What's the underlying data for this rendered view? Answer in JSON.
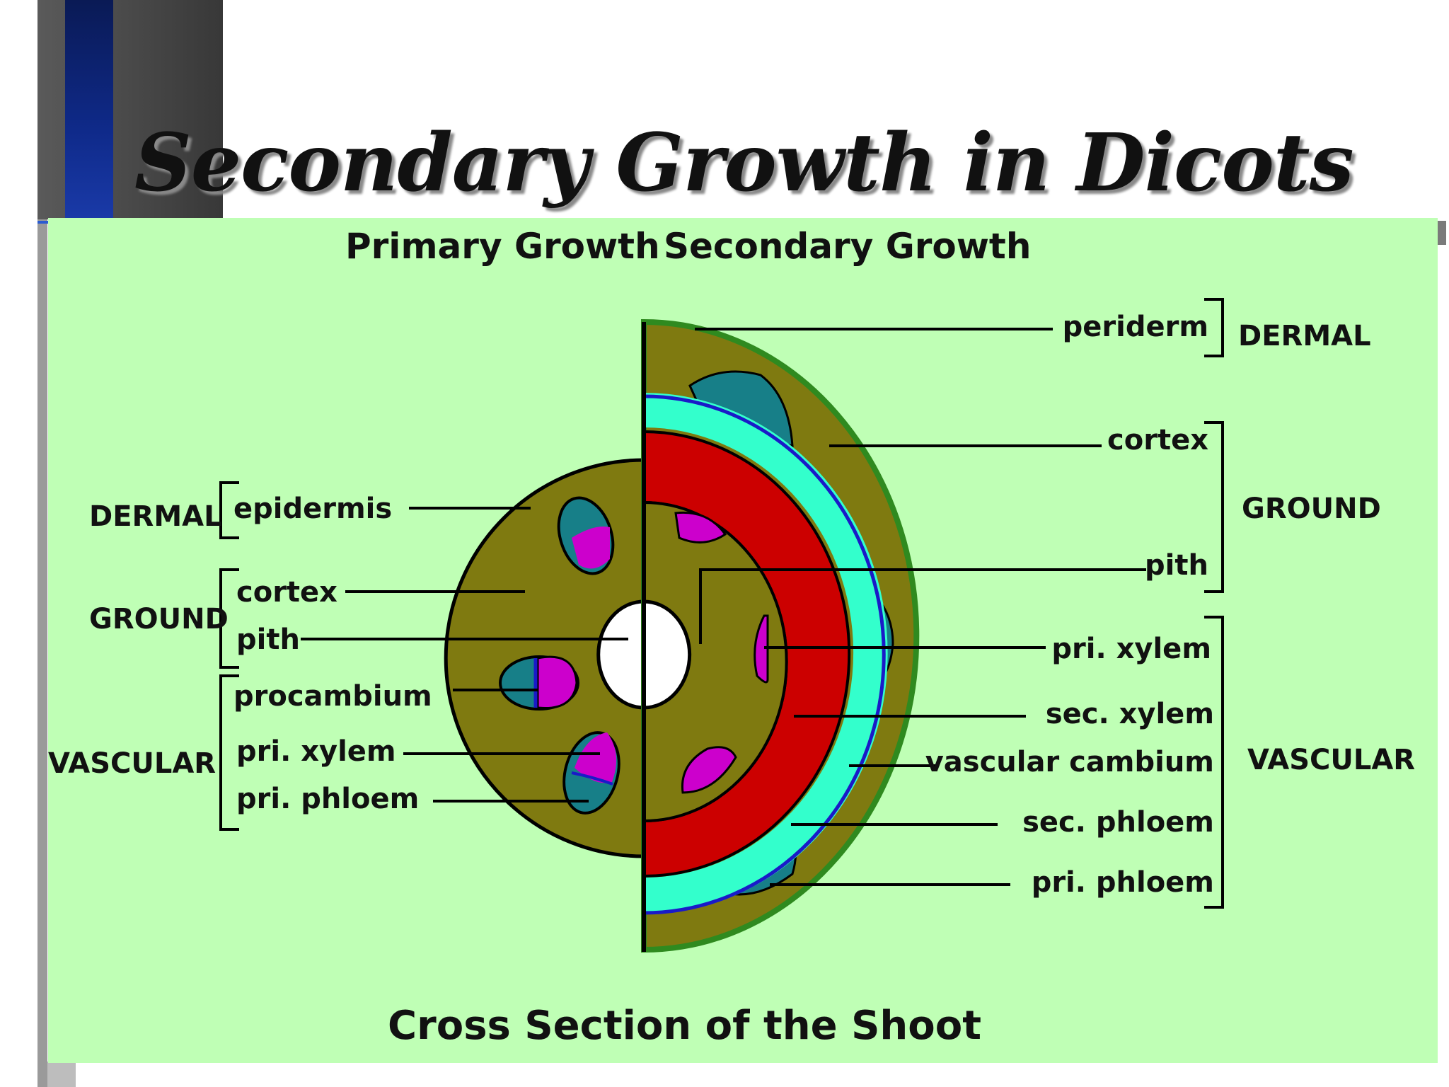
{
  "slide": {
    "title": "Secondary Growth in Dicots"
  },
  "diagram": {
    "header_left": "Primary Growth",
    "header_right": "Secondary Growth",
    "caption": "Cross Section of the Shoot",
    "left_groups": [
      {
        "name": "DERMAL",
        "labels": [
          "epidermis"
        ]
      },
      {
        "name": "GROUND",
        "labels": [
          "cortex",
          "pith"
        ]
      },
      {
        "name": "VASCULAR",
        "labels": [
          "procambium",
          "pri. xylem",
          "pri. phloem"
        ]
      }
    ],
    "right_groups": [
      {
        "name": "DERMAL",
        "labels": [
          "periderm"
        ]
      },
      {
        "name": "GROUND",
        "labels": [
          "cortex",
          "pith"
        ]
      },
      {
        "name": "VASCULAR",
        "labels": [
          "pri. xylem",
          "sec. xylem",
          "vascular cambium",
          "sec. phloem",
          "pri. phloem"
        ]
      }
    ],
    "colors": {
      "background": "#bfffb5",
      "ground_tissue": "#7f7a10",
      "secondary_xylem": "#cc0000",
      "secondary_phloem": "#33ffcc",
      "vascular_cambium": "#1a1ac8",
      "primary_phloem": "#177f88",
      "primary_xylem": "#cc00cc",
      "periderm": "#2f8a1f"
    }
  }
}
